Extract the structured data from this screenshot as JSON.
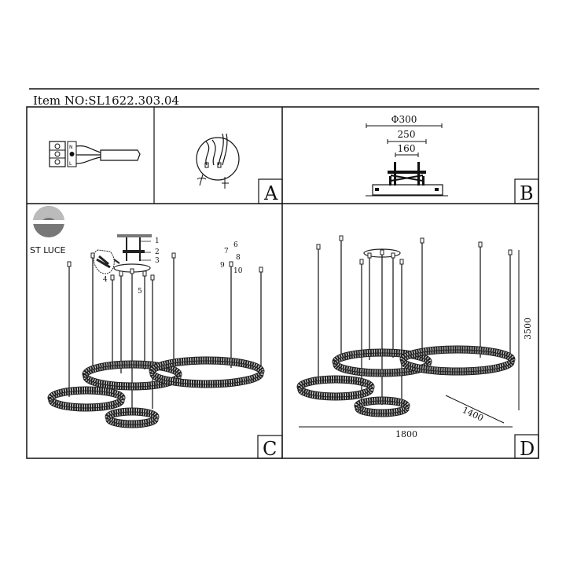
{
  "title": "Item NO:SL1622.303.04",
  "brand": "ST LUCE",
  "panels": {
    "a": {
      "label": "A",
      "terminal_marks": [
        "N",
        "L"
      ]
    },
    "b": {
      "label": "B",
      "dims": [
        "Φ300",
        "250",
        "160"
      ]
    },
    "c": {
      "label": "C",
      "parts": [
        "1",
        "2",
        "3",
        "4",
        "5",
        "6",
        "7",
        "8",
        "9",
        "10"
      ]
    },
    "d": {
      "label": "D",
      "dims": {
        "width": "1800",
        "depth": "1400",
        "height": "3500"
      }
    }
  }
}
